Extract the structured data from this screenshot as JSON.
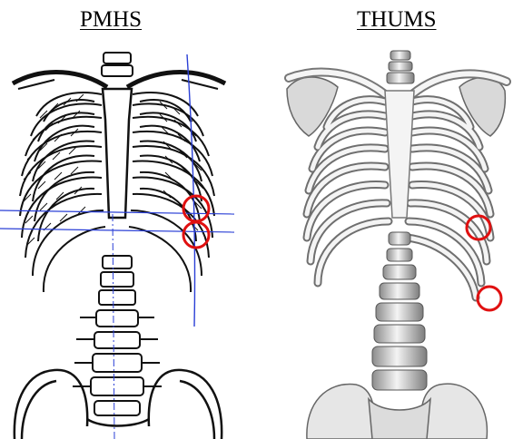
{
  "panels": [
    {
      "title": "PMHS",
      "style": "line-drawing"
    },
    {
      "title": "THUMS",
      "style": "3d-rendering"
    }
  ],
  "colors": {
    "marker": "#e01010",
    "axis_lines": "#2a3fd6",
    "ink": "#111111",
    "bone_light": "#f2f2f2",
    "bone_shadow": "#9a9a9a"
  },
  "markers": {
    "pmhs": [
      {
        "label": "",
        "shape": "circle"
      },
      {
        "label": "",
        "shape": "circle"
      }
    ],
    "thums": [
      {
        "label": "",
        "shape": "circle"
      },
      {
        "label": "",
        "shape": "circle"
      }
    ]
  }
}
